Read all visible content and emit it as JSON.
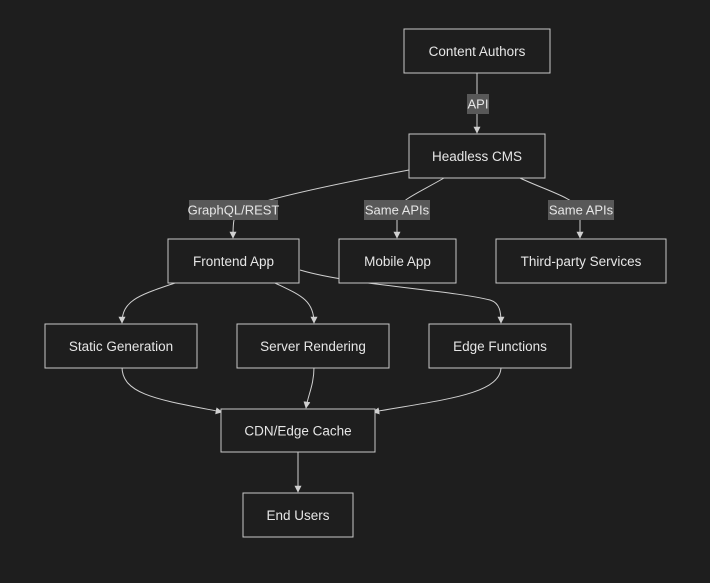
{
  "nodes": {
    "content_authors": "Content Authors",
    "headless_cms": "Headless CMS",
    "frontend_app": "Frontend App",
    "mobile_app": "Mobile App",
    "third_party": "Third-party Services",
    "static_generation": "Static Generation",
    "server_rendering": "Server Rendering",
    "edge_functions": "Edge Functions",
    "cdn_cache": "CDN/Edge Cache",
    "end_users": "End Users"
  },
  "edges": {
    "authors_to_cms": "API",
    "cms_to_frontend": "GraphQL/REST",
    "cms_to_mobile": "Same APIs",
    "cms_to_third_party": "Same APIs"
  },
  "colors": {
    "background": "#1e1e1e",
    "node_border": "#c8c8c8",
    "edge_line": "#d0d0d0",
    "label_background": "#585858",
    "text": "#e6e6e6"
  }
}
